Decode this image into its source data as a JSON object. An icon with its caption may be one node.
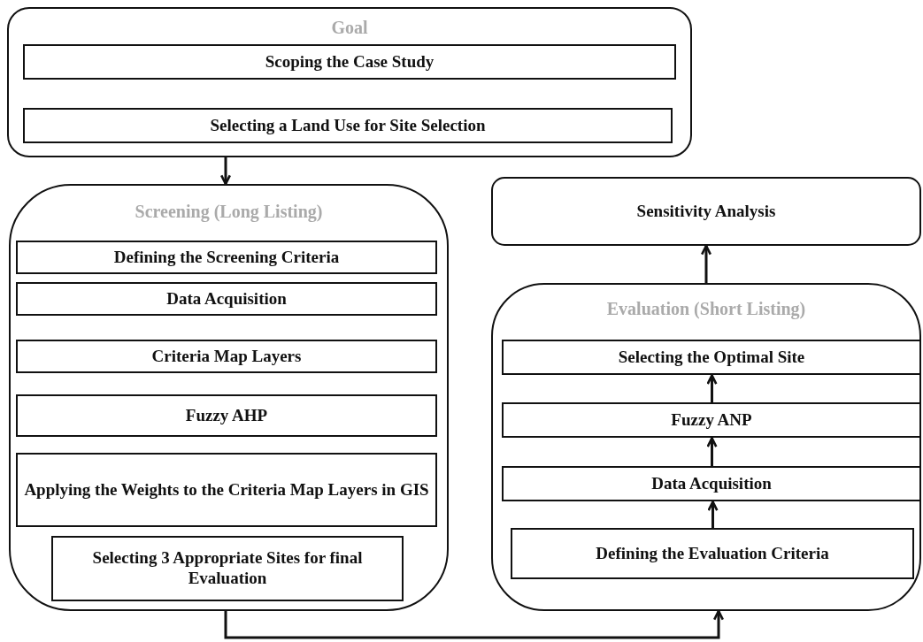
{
  "diagram": {
    "nodes": [
      {
        "text": [
          "Goal"
        ]
      },
      {
        "text": [
          "Scoping the Case Study"
        ],
        "in": 0
      },
      {
        "text": [
          "Selecting a Land Use for Site Selection"
        ],
        "in": 0
      },
      {
        "text": [
          "Screening (Long Listing)"
        ]
      },
      {
        "text": [
          "Defining the Screening Criteria"
        ],
        "in": 3
      },
      {
        "text": [
          "Data Acquisition"
        ],
        "in": 3
      },
      {
        "text": [
          "Criteria Map Layers"
        ],
        "in": 3
      },
      {
        "text": [
          "Fuzzy AHP"
        ],
        "in": 3
      },
      {
        "text": [
          "Applying the Weights to the Criteria Map Layers in GIS"
        ],
        "in": 3
      },
      {
        "text": [
          "Selecting 3 Appropriate Sites for final Evaluation"
        ],
        "in": 3
      },
      {
        "text": [
          "Sensitivity Analysis"
        ]
      },
      {
        "text": [
          "Evaluation (Short Listing)"
        ]
      },
      {
        "text": [
          "Selecting the Optimal Site"
        ],
        "in": 11
      },
      {
        "text": [
          "Fuzzy ANP"
        ],
        "in": 11
      },
      {
        "text": [
          "Data Acquisition"
        ],
        "in": 11
      },
      {
        "text": [
          "Defining the Evaluation Criteria"
        ],
        "in": 11
      }
    ],
    "edges": [
      {
        "from": 0,
        "to": 3,
        "arrow": "to"
      },
      {
        "from": 3,
        "to": 11,
        "arrow": "to"
      },
      {
        "from": 11,
        "to": 10,
        "arrow": "to"
      },
      {
        "from": 15,
        "to": 14,
        "arrow": "to"
      },
      {
        "from": 14,
        "to": 13,
        "arrow": "to"
      },
      {
        "from": 13,
        "to": 12,
        "arrow": "to"
      }
    ]
  }
}
